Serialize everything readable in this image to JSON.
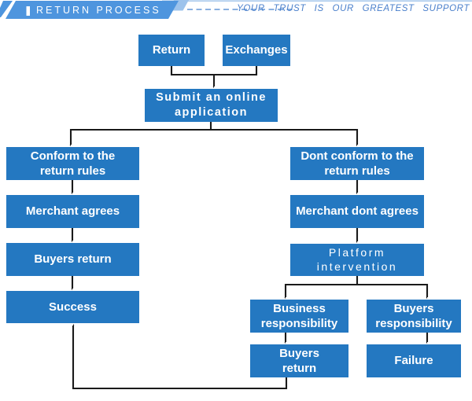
{
  "header": {
    "title": "RETURN PROCESS",
    "slogan": "YOUR TRUST IS OUR GREATEST SUPPORT"
  },
  "colors": {
    "banner_blue": "#4e95de",
    "flap_light_blue": "#9dc3ec",
    "top_line_blue": "#aac9ec",
    "dashed_line_blue": "#8ab0e0",
    "slogan_blue": "#4a7fcb",
    "node_blue": "#2478c1",
    "node_text_white": "#ffffff",
    "connector_dark": "#1a1a1a"
  },
  "flowchart": {
    "nodes": {
      "return": {
        "label": "Return"
      },
      "exchanges": {
        "label": "Exchanges"
      },
      "submit": {
        "label": "Submit an online\napplication"
      },
      "conform": {
        "label": "Conform to the\nreturn rules"
      },
      "merchant_agrees": {
        "label": "Merchant agrees"
      },
      "buyers_return": {
        "label": "Buyers return"
      },
      "success": {
        "label": "Success"
      },
      "dont_conform": {
        "label": "Dont conform to the\nreturn rules"
      },
      "merchant_dont_agrees": {
        "label": "Merchant dont agrees"
      },
      "platform": {
        "label": "Platform\nintervention"
      },
      "business_resp": {
        "label": "Business\nresponsibility"
      },
      "buyers_resp": {
        "label": "Buyers\nresponsibility"
      },
      "buyers_return_2": {
        "label": "Buyers\nreturn"
      },
      "failure": {
        "label": "Failure"
      }
    },
    "edges": [
      {
        "from": "Return",
        "to": "Submit an online application"
      },
      {
        "from": "Exchanges",
        "to": "Submit an online application"
      },
      {
        "from": "Submit an online application",
        "to": "Conform to the return rules"
      },
      {
        "from": "Submit an online application",
        "to": "Dont conform to the return rules"
      },
      {
        "from": "Conform to the return rules",
        "to": "Merchant agrees"
      },
      {
        "from": "Merchant agrees",
        "to": "Buyers return"
      },
      {
        "from": "Buyers return",
        "to": "Success"
      },
      {
        "from": "Dont conform to the return rules",
        "to": "Merchant dont agrees"
      },
      {
        "from": "Merchant dont agrees",
        "to": "Platform intervention"
      },
      {
        "from": "Platform intervention",
        "to": "Business responsibility"
      },
      {
        "from": "Platform intervention",
        "to": "Buyers responsibility"
      },
      {
        "from": "Business responsibility",
        "to": "Buyers return (business)"
      },
      {
        "from": "Buyers responsibility",
        "to": "Failure"
      },
      {
        "from": "Buyers return (business)",
        "to": "Success"
      }
    ]
  }
}
